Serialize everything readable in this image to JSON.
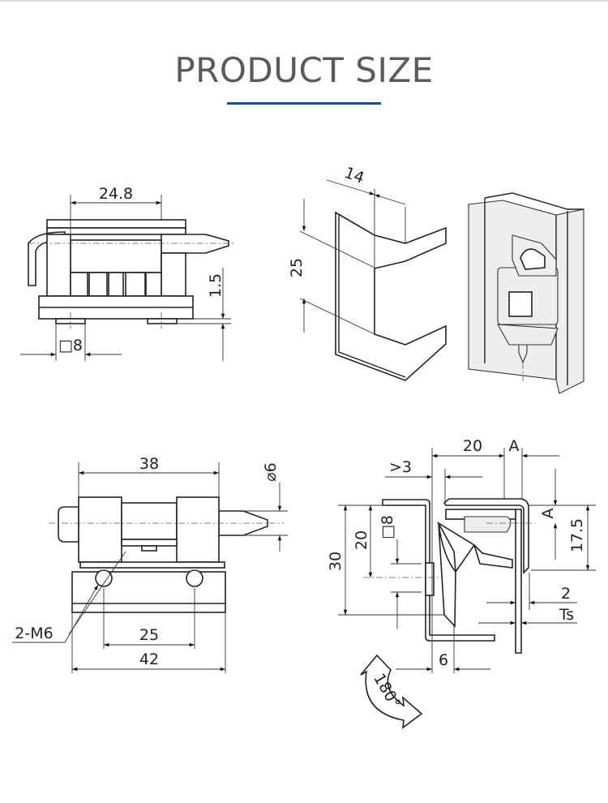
{
  "header": {
    "title": "PRODUCT SIZE"
  },
  "views": {
    "side_view": {
      "width_label": "24.8",
      "height_label": "1.5",
      "square_label": "□8"
    },
    "profile_view": {
      "depth_label": "14",
      "height_label": "25"
    },
    "front_view": {
      "width_label": "38",
      "pin_dia_label": "⌀6",
      "hole_spacing_label": "25",
      "total_width_label": "42",
      "thread_label": "2-M6"
    },
    "section_view": {
      "width_label": "20",
      "gap_label": "A",
      "min_label": ">3",
      "a_label": "A",
      "height_label": "17.5",
      "height30_label": "30",
      "height20_label": "20",
      "square_label": "□8",
      "thickness_label": "2",
      "ts_label": "Ts",
      "offset_label": "6",
      "rotation_label": "180°"
    }
  },
  "colors": {
    "title": "#5a5a5a",
    "accent": "#1d4f91"
  }
}
